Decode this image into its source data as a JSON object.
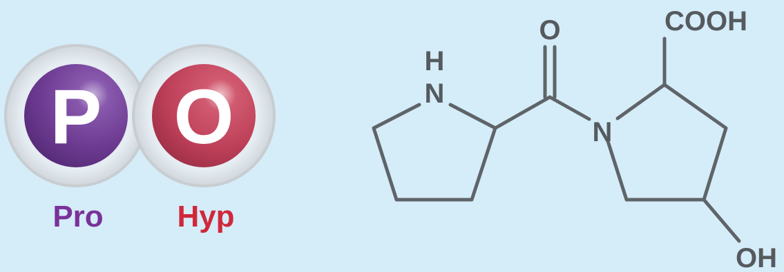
{
  "residues": [
    {
      "letter": "P",
      "name": "Pro",
      "color": "#6e3c93",
      "name_color": "#7a3199"
    },
    {
      "letter": "O",
      "name": "Hyp",
      "color": "#c1435c",
      "name_color": "#d0283a"
    }
  ],
  "structure": {
    "atoms": {
      "nh_h": "H",
      "nh_n": "N",
      "carbonyl_o": "O",
      "amide_n": "N",
      "carboxyl": "COOH",
      "hydroxyl": "OH"
    },
    "bond_color": "#5f6468",
    "label_color": "#555a5e"
  },
  "background_color": "#d5ecf9"
}
